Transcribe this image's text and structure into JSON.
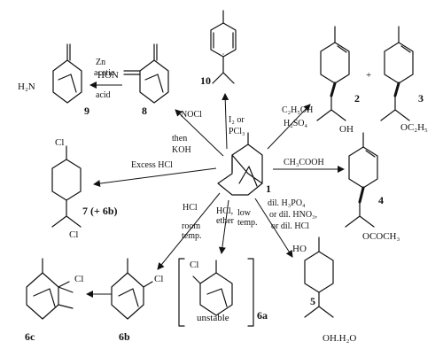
{
  "compounds": {
    "c1": "1",
    "c2": "2",
    "c3": "3",
    "c4": "4",
    "c5": "5",
    "c6a": "6a",
    "c6b": "6b",
    "c6c": "6c",
    "c7": "7 (+ 6b)",
    "c8": "8",
    "c9": "9",
    "c10": "10"
  },
  "groups": {
    "h2n": "H₂N",
    "hon": "HON",
    "cl": "Cl",
    "oh": "OH",
    "ho": "HO",
    "oet": "OC₂H₅",
    "oac": "OCOCH₃",
    "ohw": "OH.H₂O",
    "plus": "+",
    "unstable": "unstable"
  },
  "reagents": {
    "zn": "Zn",
    "acetic": "acetic",
    "acid": "acid",
    "nocl": "NOCl",
    "then": "then",
    "koh": "KOH",
    "i2": "I₂ or",
    "pcl3": "PCl₃",
    "etoh": "C₂H₅OH",
    "h2so4": "H₂SO₄",
    "ch3cooh": "CH₃COOH",
    "excess_hcl": "Excess HCl",
    "hcl_rt": "HCl",
    "room": "room",
    "temp": "temp.",
    "hcl_ether": "HCl,",
    "ether": "ether",
    "low": "low",
    "ltemp": "temp.",
    "dil1": "dil. H₃PO₄",
    "dil2": "or dil. HNO₃,",
    "dil3": "or dil. HCl"
  }
}
